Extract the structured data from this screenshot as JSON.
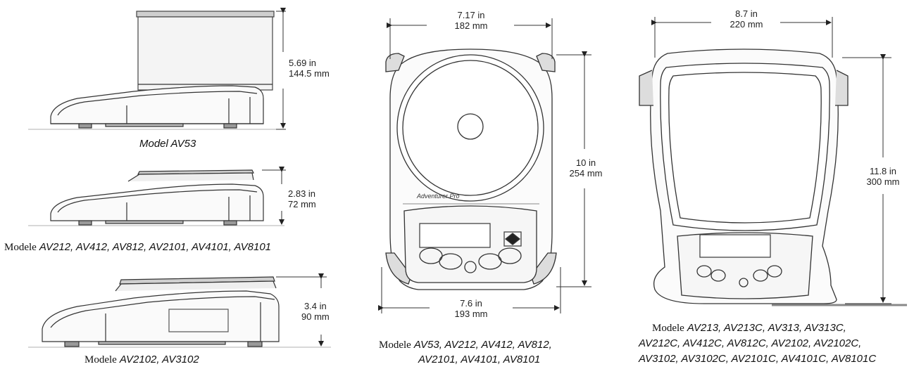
{
  "figures": {
    "av53_side": {
      "height_in": "5.69 in",
      "height_mm": "144.5 mm",
      "caption": "Model AV53"
    },
    "standard_side": {
      "height_in": "2.83 in",
      "height_mm": "72 mm",
      "caption_prefix": "Modele",
      "caption_models": "AV212, AV412, AV812, AV2101, AV4101, AV8101"
    },
    "large_side": {
      "height_in": "3.4 in",
      "height_mm": "90 mm",
      "caption_prefix": "Modele",
      "caption_models": "AV2102, AV3102"
    },
    "round_top": {
      "width_top_in": "7.17 in",
      "width_top_mm": "182 mm",
      "depth_in": "10 in",
      "depth_mm": "254 mm",
      "width_bottom_in": "7.6 in",
      "width_bottom_mm": "193 mm",
      "brand": "Adventurer Pro",
      "caption_prefix": "Modele",
      "caption_line1": "AV53, AV212, AV412, AV812,",
      "caption_line2": "AV2101, AV4101, AV8101"
    },
    "square_top": {
      "width_in": "8.7 in",
      "width_mm": "220 mm",
      "depth_in": "11.8 in",
      "depth_mm": "300 mm",
      "caption_prefix": "Modele",
      "caption_line1": "AV213, AV213C, AV313, AV313C,",
      "caption_line2": "AV212C, AV412C, AV812C, AV2102, AV2102C,",
      "caption_line3": "AV3102, AV3102C, AV2101C, AV4101C, AV8101C"
    }
  }
}
